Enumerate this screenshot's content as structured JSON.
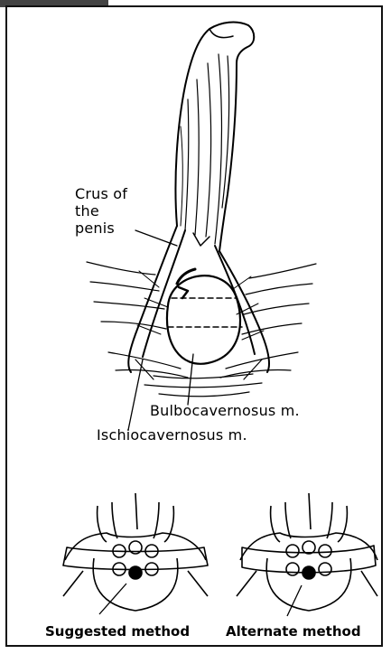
{
  "labels": {
    "crus": "Crus of the penis",
    "bulbocavernosus": "Bulbocavernosus m.",
    "ischiocavernosus": "Ischiocavernosus m.",
    "suggested": "Suggested method",
    "alternate": "Alternate method"
  },
  "colors": {
    "ink": "#000000",
    "paper": "#ffffff"
  }
}
